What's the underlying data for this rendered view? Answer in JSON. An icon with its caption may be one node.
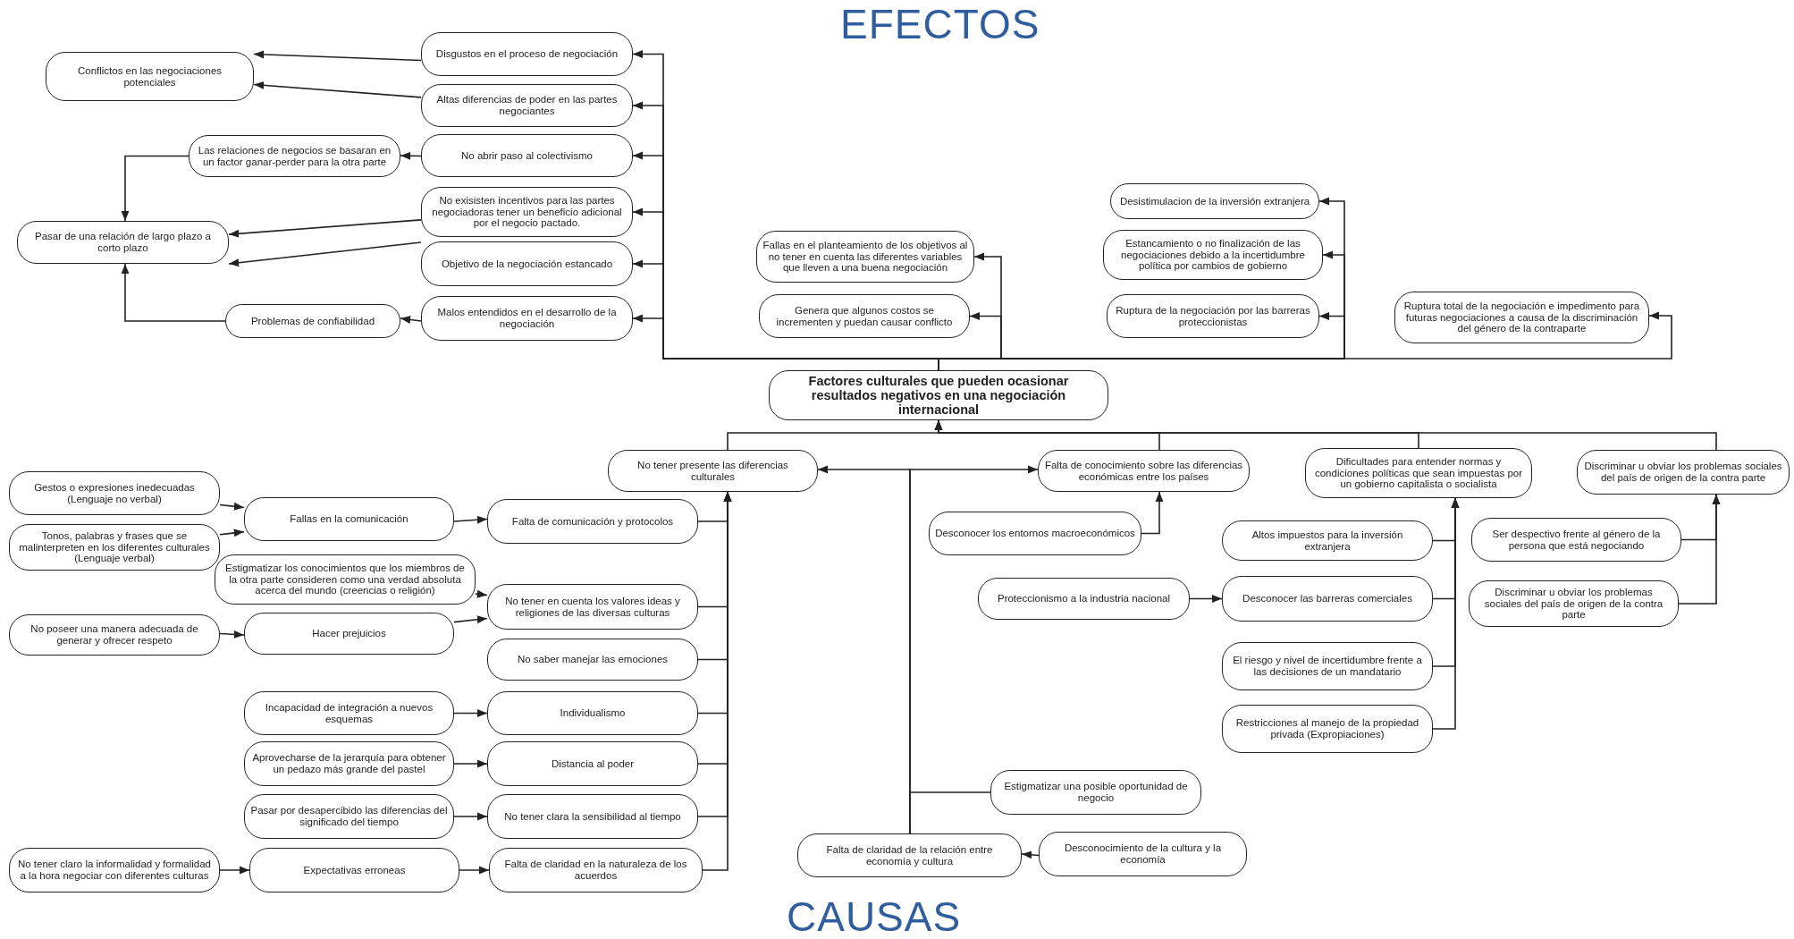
{
  "diagram": {
    "nodes": [
      {
        "text": [
          "Factores culturales que pueden ocasionar  resultados negativos en una negociación internacional"
        ]
      },
      {
        "text": [
          "Disgustos  en el proceso de negociación"
        ]
      },
      {
        "text": [
          "Altas diferencias de poder en las partes negociantes"
        ]
      },
      {
        "text": [
          "No abrir paso al colectivismo"
        ]
      },
      {
        "text": [
          "No exisisten incentivos para las partes negociadoras tener un beneficio adicional por el negocio pactado."
        ]
      },
      {
        "text": [
          "Objetivo de la negociación estancado"
        ]
      },
      {
        "text": [
          "Malos entendidos en el desarrollo de la negociación"
        ]
      },
      {
        "text": [
          "Conflictos en las negociaciones potenciales"
        ]
      },
      {
        "text": [
          "Las relaciones de negocios se basaran en un factor ganar-perder para la otra parte"
        ]
      },
      {
        "text": [
          "Pasar de una relación de largo plazo a corto plazo"
        ]
      },
      {
        "text": [
          "Problemas de confiabilidad"
        ]
      },
      {
        "text": [
          "Fallas en el planteamiento de los objetivos al no tener en cuenta las diferentes variables que lleven a una buena negociación"
        ]
      },
      {
        "text": [
          "Genera que algunos costos se incrementen y puedan causar conflicto"
        ]
      },
      {
        "text": [
          "Desistimulacion de la inversión extranjera"
        ]
      },
      {
        "text": [
          "Estancamiento o no finalización de las negociaciones debido a la incertidumbre política por cambios de gobierno"
        ]
      },
      {
        "text": [
          "Ruptura de la negociación por las barreras proteccionistas"
        ]
      },
      {
        "text": [
          "Ruptura total de la negociación e impedimento para futuras negociaciones a causa de la discriminación del género de la contraparte"
        ]
      },
      {
        "text": [
          "No tener presente las diferencias culturales"
        ]
      },
      {
        "text": [
          "Falta de conocimiento sobre las diferencias económicas entre los países"
        ]
      },
      {
        "text": [
          "Dificultades para entender normas y condiciones políticas que sean impuestas por un gobierno capitalista o socialista"
        ]
      },
      {
        "text": [
          "Discriminar u obviar los problemas sociales del país de origen de la contra parte"
        ]
      },
      {
        "text": [
          "Gestos o expresiones inedecuadas (Lenguaje no verbal)"
        ]
      },
      {
        "text": [
          "Fallas en la comunicación"
        ]
      },
      {
        "text": [
          "Falta de comunicación y protocolos"
        ]
      },
      {
        "text": [
          "Tonos, palabras y frases que se malinterpreten en los diferentes culturales (Lenguaje verbal)"
        ]
      },
      {
        "text": [
          "Estigmatizar los conocimientos que los miembros de la otra parte consideren como una verdad absoluta acerca del mundo (creencias o religión)"
        ]
      },
      {
        "text": [
          "No poseer una manera adecuada de generar y ofrecer respeto"
        ]
      },
      {
        "text": [
          "Hacer prejuicios"
        ]
      },
      {
        "text": [
          "No tener en cuenta los valores ideas y religiones de las diversas culturas"
        ]
      },
      {
        "text": [
          "No saber manejar las emociones"
        ]
      },
      {
        "text": [
          "Incapacidad de integración a nuevos esquemas"
        ]
      },
      {
        "text": [
          "Individualismo"
        ]
      },
      {
        "text": [
          "Aprovecharse de la jerarquía para obtener un pedazo más grande del pastel"
        ]
      },
      {
        "text": [
          "Distancia al poder"
        ]
      },
      {
        "text": [
          "Pasar por desapercibido las diferencias del  significado del tiempo"
        ]
      },
      {
        "text": [
          "No tener clara la sensibilidad al tiempo"
        ]
      },
      {
        "text": [
          "No tener claro la informalidad y formalidad a la hora negociar con diferentes culturas"
        ]
      },
      {
        "text": [
          "Expectativas erroneas"
        ]
      },
      {
        "text": [
          "Falta de claridad en la  naturaleza de los acuerdos"
        ]
      },
      {
        "text": [
          "Desconocer los  entornos macroeconómicos"
        ]
      },
      {
        "text": [
          "Altos impuestos para la inversión extranjera"
        ]
      },
      {
        "text": [
          "Ser despectivo frente al género de la persona que está negociando"
        ]
      },
      {
        "text": [
          "Proteccionismo a la industria nacional"
        ]
      },
      {
        "text": [
          "Desconocer las barreras comerciales"
        ]
      },
      {
        "text": [
          "Discriminar u obviar los problemas sociales del país de origen de la contra parte"
        ]
      },
      {
        "text": [
          "El riesgo y nivel de incertidumbre frente a las decisiones de un mandatario"
        ]
      },
      {
        "text": [
          "Restricciones al manejo de la propiedad privada (Expropiaciones)"
        ]
      },
      {
        "text": [
          "Estigmatizar una posible oportunidad de negocio"
        ]
      },
      {
        "text": [
          "Falta de claridad de la relación entre economía y cultura"
        ]
      },
      {
        "text": [
          "Desconocimiento de la cultura y la economía"
        ]
      }
    ],
    "edges": [
      {
        "from": 0,
        "to": 1,
        "arrow": "to"
      },
      {
        "from": 0,
        "to": 2,
        "arrow": "to"
      },
      {
        "from": 0,
        "to": 3,
        "arrow": "to"
      },
      {
        "from": 0,
        "to": 4,
        "arrow": "to"
      },
      {
        "from": 0,
        "to": 5,
        "arrow": "to"
      },
      {
        "from": 0,
        "to": 6,
        "arrow": "to"
      },
      {
        "from": 0,
        "to": 11,
        "arrow": "to"
      },
      {
        "from": 0,
        "to": 12,
        "arrow": "to"
      },
      {
        "from": 0,
        "to": 13,
        "arrow": "to"
      },
      {
        "from": 0,
        "to": 14,
        "arrow": "to"
      },
      {
        "from": 0,
        "to": 15,
        "arrow": "to"
      },
      {
        "from": 0,
        "to": 16,
        "arrow": "to"
      },
      {
        "from": 1,
        "to": 7,
        "arrow": "to"
      },
      {
        "from": 2,
        "to": 7,
        "arrow": "to"
      },
      {
        "from": 3,
        "to": 8,
        "arrow": "to"
      },
      {
        "from": 8,
        "to": 9,
        "arrow": "to"
      },
      {
        "from": 4,
        "to": 9,
        "arrow": "to"
      },
      {
        "from": 5,
        "to": 9,
        "arrow": "to"
      },
      {
        "from": 6,
        "to": 10,
        "arrow": "to"
      },
      {
        "from": 10,
        "to": 9,
        "arrow": "to"
      },
      {
        "from": 17,
        "to": 0,
        "arrow": "to"
      },
      {
        "from": 18,
        "to": 0,
        "arrow": "to"
      },
      {
        "from": 19,
        "to": 0,
        "arrow": "to"
      },
      {
        "from": 20,
        "to": 0,
        "arrow": "to"
      },
      {
        "from": 48,
        "to": 17,
        "arrow": "to"
      },
      {
        "from": 48,
        "to": 18,
        "arrow": "to"
      },
      {
        "from": 47,
        "to": 48,
        "arrow": "none"
      },
      {
        "from": 49,
        "to": 48,
        "arrow": "to"
      },
      {
        "from": 39,
        "to": 18,
        "arrow": "to"
      },
      {
        "from": 40,
        "to": 19,
        "arrow": "to"
      },
      {
        "from": 43,
        "to": 19,
        "arrow": "to"
      },
      {
        "from": 45,
        "to": 19,
        "arrow": "to"
      },
      {
        "from": 46,
        "to": 19,
        "arrow": "to"
      },
      {
        "from": 42,
        "to": 43,
        "arrow": "to"
      },
      {
        "from": 41,
        "to": 20,
        "arrow": "to"
      },
      {
        "from": 44,
        "to": 20,
        "arrow": "to"
      },
      {
        "from": 23,
        "to": 17,
        "arrow": "to"
      },
      {
        "from": 28,
        "to": 17,
        "arrow": "to"
      },
      {
        "from": 29,
        "to": 17,
        "arrow": "to"
      },
      {
        "from": 31,
        "to": 17,
        "arrow": "to"
      },
      {
        "from": 33,
        "to": 17,
        "arrow": "to"
      },
      {
        "from": 35,
        "to": 17,
        "arrow": "to"
      },
      {
        "from": 38,
        "to": 17,
        "arrow": "to"
      },
      {
        "from": 21,
        "to": 22,
        "arrow": "to"
      },
      {
        "from": 24,
        "to": 22,
        "arrow": "to"
      },
      {
        "from": 22,
        "to": 23,
        "arrow": "to"
      },
      {
        "from": 25,
        "to": 28,
        "arrow": "to"
      },
      {
        "from": 27,
        "to": 28,
        "arrow": "to"
      },
      {
        "from": 26,
        "to": 27,
        "arrow": "to"
      },
      {
        "from": 30,
        "to": 31,
        "arrow": "to"
      },
      {
        "from": 32,
        "to": 33,
        "arrow": "to"
      },
      {
        "from": 34,
        "to": 35,
        "arrow": "to"
      },
      {
        "from": 36,
        "to": 37,
        "arrow": "to"
      },
      {
        "from": 37,
        "to": 38,
        "arrow": "to"
      }
    ],
    "labels": [
      "EFECTOS",
      "CAUSAS"
    ]
  }
}
